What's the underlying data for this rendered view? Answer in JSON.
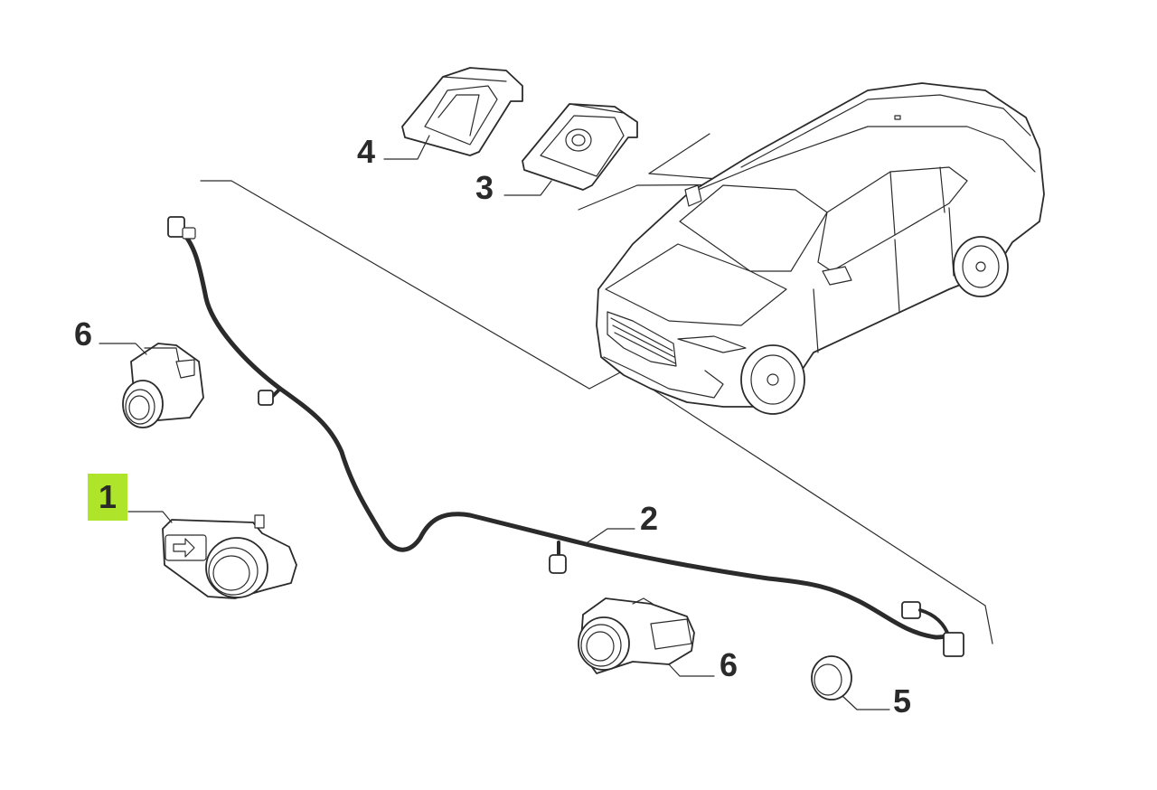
{
  "diagram": {
    "callouts": [
      {
        "id": "c1",
        "label": "1",
        "highlighted": true
      },
      {
        "id": "c2",
        "label": "2",
        "highlighted": false
      },
      {
        "id": "c3",
        "label": "3",
        "highlighted": false
      },
      {
        "id": "c4",
        "label": "4",
        "highlighted": false
      },
      {
        "id": "c5",
        "label": "5",
        "highlighted": false
      },
      {
        "id": "c6a",
        "label": "6",
        "highlighted": false
      },
      {
        "id": "c6b",
        "label": "6",
        "highlighted": false
      }
    ],
    "colors": {
      "highlight": "#aee52b",
      "ink": "#2b2b2b",
      "background": "#ffffff"
    },
    "parts": [
      {
        "callout": "1",
        "icon": "parking-sensor-icon"
      },
      {
        "callout": "2",
        "icon": "wiring-harness-icon"
      },
      {
        "callout": "3",
        "icon": "camera-bracket-icon"
      },
      {
        "callout": "4",
        "icon": "bracket-cover-icon"
      },
      {
        "callout": "5",
        "icon": "sensor-ring-icon"
      },
      {
        "callout": "6",
        "icon": "parking-sensor-icon"
      }
    ]
  }
}
